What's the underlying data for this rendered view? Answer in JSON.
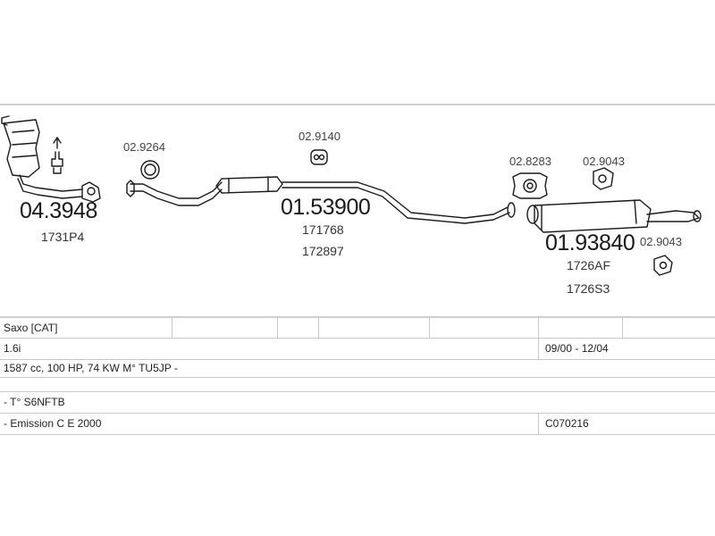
{
  "parts": [
    {
      "code": "04.3948",
      "refs": [
        "1731P4"
      ]
    },
    {
      "code": "02.9264",
      "refs": []
    },
    {
      "code": "02.9140",
      "refs": []
    },
    {
      "code": "01.53900",
      "refs": [
        "171768",
        "172897"
      ]
    },
    {
      "code": "02.8283",
      "refs": []
    },
    {
      "code": "02.9043",
      "refs": []
    },
    {
      "code": "01.93840",
      "refs": [
        "1726AF",
        "1726S3"
      ]
    },
    {
      "code": "02.9043",
      "refs": []
    }
  ],
  "vehicle": {
    "model": "Saxo  [CAT]",
    "engine": "1.6i",
    "period": "09/00 - 12/04",
    "specs": "1587 cc, 100 HP, 74 KW M° TU5JP -",
    "gearbox": "- T° S6NFTB",
    "emission": "- Emission C E 2000",
    "catalogue": "C070216"
  },
  "colors": {
    "line": "#cfcfcf",
    "ink": "#1a1a1a"
  }
}
